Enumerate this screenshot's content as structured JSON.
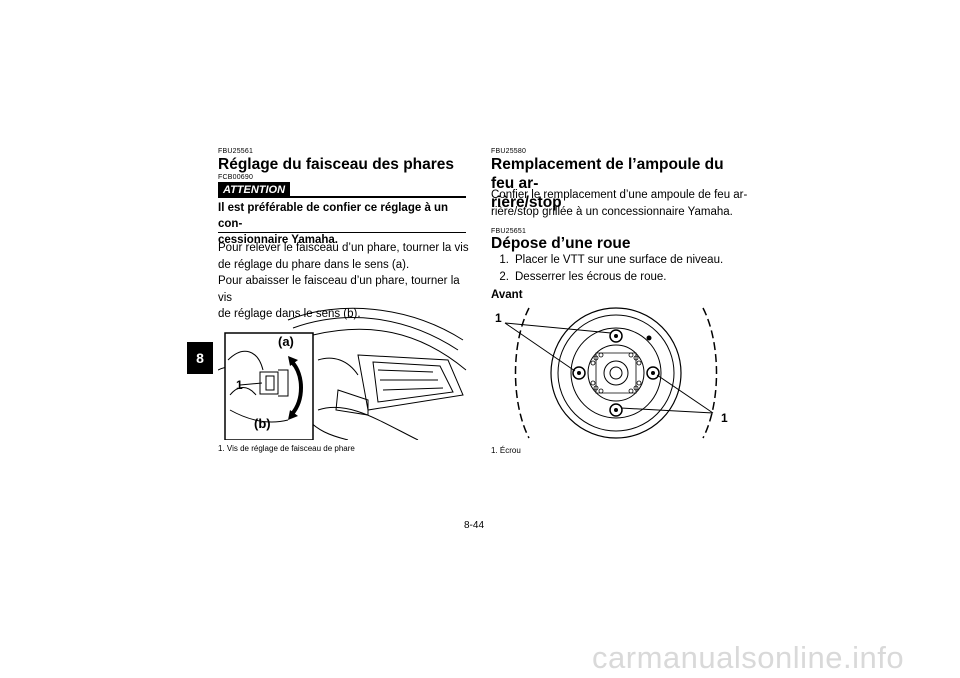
{
  "page": {
    "chapter_tab": "8",
    "page_number": "8-44"
  },
  "left": {
    "section_code": "FBU25561",
    "title": "Réglage du faisceau des phares",
    "attention_code": "FCB00690",
    "attention_label": "ATTENTION",
    "caution_line1": "Il est préférable de confier ce réglage à un con-",
    "caution_line2": "cessionnaire Yamaha.",
    "para_lines": [
      "Pour relever le faisceau d’un phare, tourner la vis",
      "de réglage du phare dans le sens (a).",
      "Pour abaisser le faisceau d’un phare, tourner la vis",
      "de réglage dans le sens (b)."
    ],
    "figure": {
      "label_a": "(a)",
      "label_b": "(b)",
      "label_1": "1",
      "caption": "1. Vis de réglage de faisceau de phare"
    }
  },
  "right": {
    "section1_code": "FBU25580",
    "section1_title_line1": "Remplacement de l’ampoule du feu ar-",
    "section1_title_line2": "rière/stop",
    "section1_para_lines": [
      "Confier le remplacement d’une ampoule de feu ar-",
      "rière/stop grillée à un concessionnaire Yamaha."
    ],
    "section2_code": "FBU25651",
    "section2_title": "Dépose d’une roue",
    "steps": [
      {
        "num": "1.",
        "text": "Placer le VTT sur une surface de niveau."
      },
      {
        "num": "2.",
        "text": "Desserrer les écrous de roue."
      }
    ],
    "sub_heading": "Avant",
    "figure": {
      "label_1_top": "1",
      "label_1_bottom": "1",
      "caption": "1. Écrou"
    }
  },
  "footer": {
    "watermark": "carmanualsonline.info"
  }
}
